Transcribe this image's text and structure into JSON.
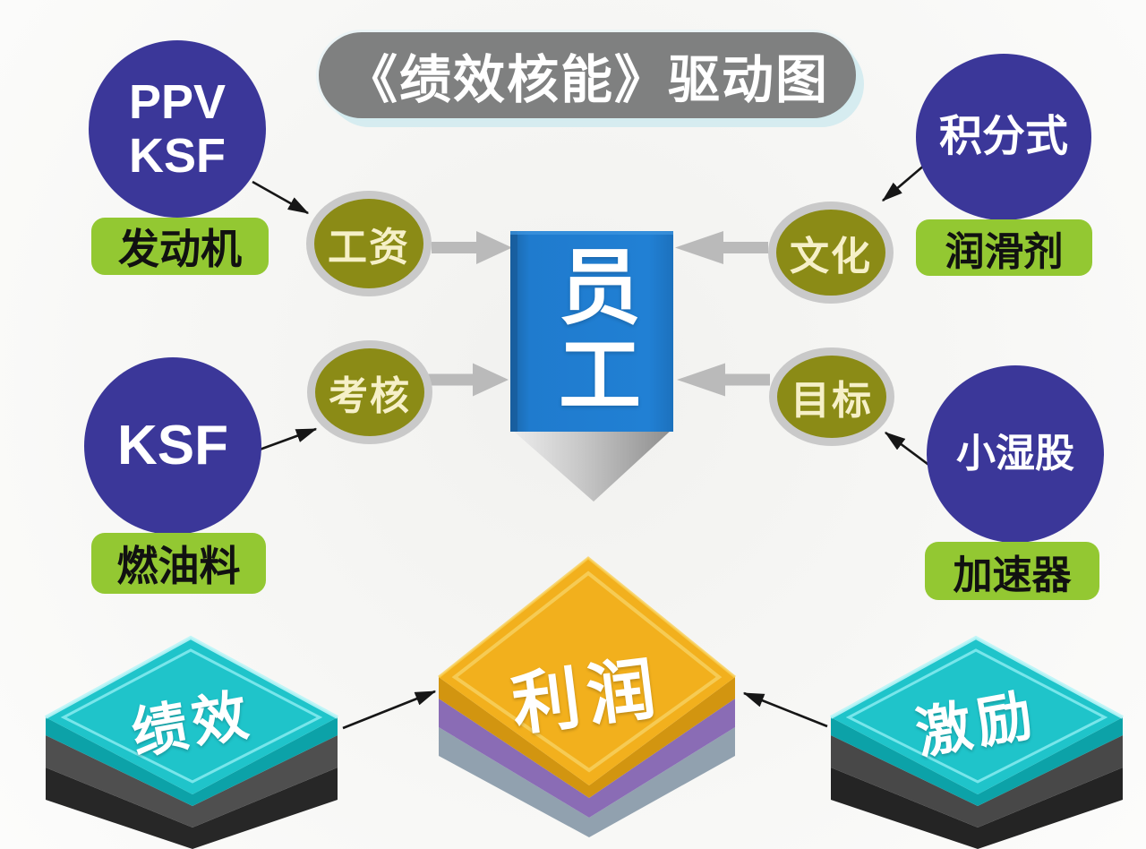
{
  "title": "《绩效核能》驱动图",
  "sources": {
    "ppv_ksf": {
      "line1": "PPV",
      "line2": "KSF",
      "tag": "发动机"
    },
    "points_system": {
      "label": "积分式",
      "tag": "润滑剂"
    },
    "ksf": {
      "label": "KSF",
      "tag": "燃油料"
    },
    "small_wet_equity": {
      "label": "小湿股",
      "tag": "加速器"
    }
  },
  "drivers": {
    "salary": "工资",
    "assessment": "考核",
    "culture": "文化",
    "goal": "目标"
  },
  "center": {
    "label": "员工"
  },
  "outcomes": {
    "performance": "绩效",
    "profit": "利润",
    "incentive": "激励"
  },
  "colors": {
    "banner_gray": "#7f8080",
    "circle_blue": "#3b3799",
    "tag_green": "#93c832",
    "driver_olive": "#8b8b16",
    "driver_ring": "#c9c9c9",
    "center_blue": "#1f7bce",
    "pointer_silver": "#b5b5b5",
    "diamond_teal": "#1fc4ca",
    "diamond_gold": "#f2b01d",
    "layer_purple": "#8a6cb5",
    "layer_bluegray": "#91a1af",
    "thick_arrow_gray": "#bababa",
    "thin_arrow_black": "#161616"
  }
}
